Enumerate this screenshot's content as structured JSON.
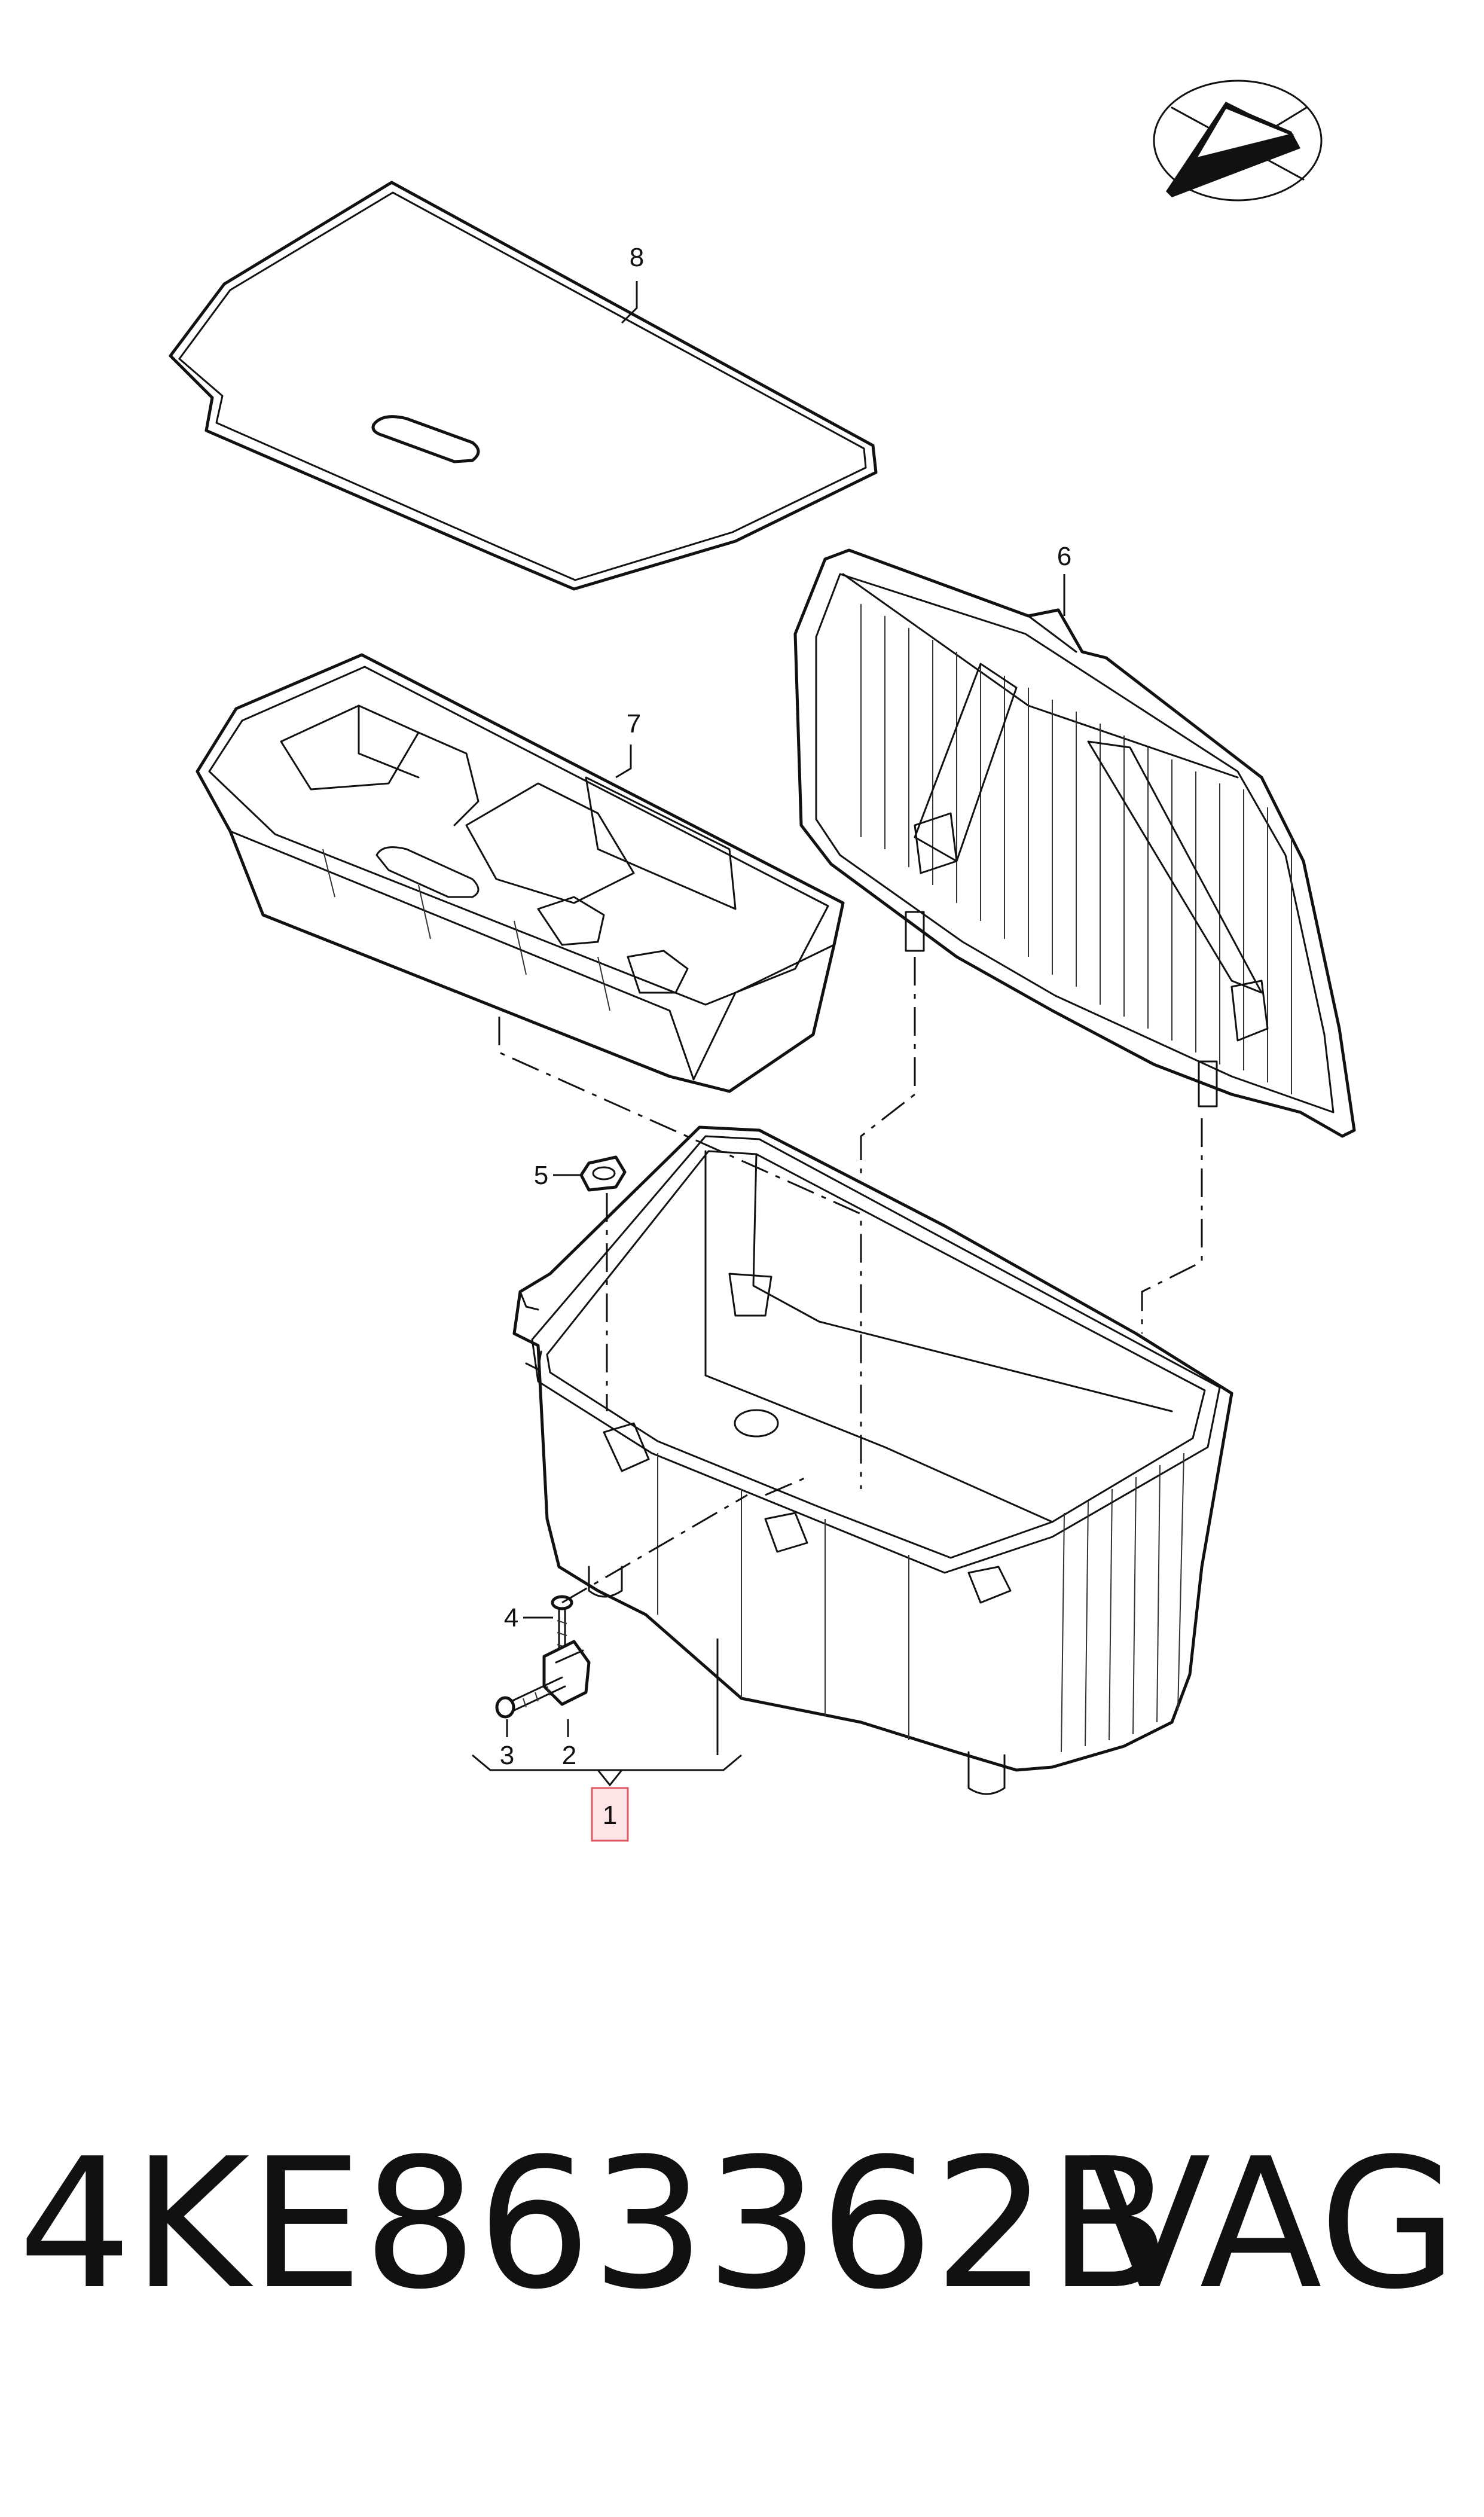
{
  "callouts": {
    "c1": "1",
    "c2": "2",
    "c3": "3",
    "c4": "4",
    "c5": "5",
    "c6": "6",
    "c7": "7",
    "c8": "8"
  },
  "footer": {
    "part_number": "4KE863362B",
    "brand": "VAG"
  },
  "colors": {
    "line": "#111111",
    "highlight_fill": "#fde4e6",
    "highlight_border": "#e05a66"
  },
  "icons": {
    "orientation": "orientation-arrow-icon"
  }
}
